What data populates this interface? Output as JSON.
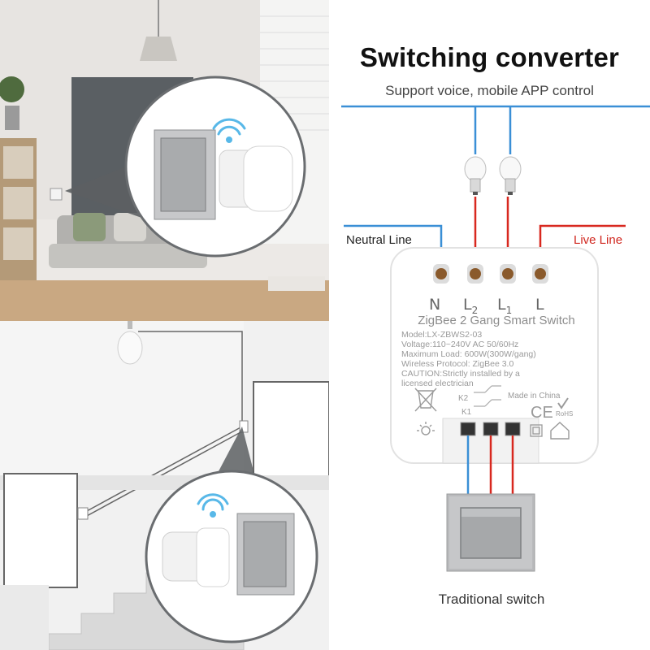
{
  "header": {
    "title": "Switching converter",
    "subtitle": "Support voice, mobile APP control"
  },
  "wiring": {
    "neutral_label": "Neutral Line",
    "live_label": "Live Line",
    "switch_label": "Traditional switch",
    "colors": {
      "neutral": "#3a8fd6",
      "live": "#d8281f",
      "top_line": "#3a8fd6"
    }
  },
  "device": {
    "terminals": [
      "N",
      "L",
      "L",
      "L"
    ],
    "terminal_subscripts": [
      "",
      "2",
      "1",
      ""
    ],
    "name": "ZigBee 2 Gang Smart Switch",
    "model": "Model:LX-ZBWS2-03",
    "voltage": "Voltage:110~240V AC 50/60Hz",
    "max_load": "Maximum Load: 600W(300W/gang)",
    "protocol": "Wireless Protocol: ZigBee 3.0",
    "caution_1": "CAUTION:Strictly installed by a",
    "caution_2": "licensed electrician",
    "k2": "K2",
    "k1": "K1",
    "made_in": "Made in China",
    "ce_mark": "CE",
    "rohs_mark": "RoHS"
  },
  "icons": [
    "wifi-icon",
    "light-bulb-icon",
    "recycle-bin-icon",
    "lamp-icon",
    "home-icon",
    "double-square-icon"
  ]
}
